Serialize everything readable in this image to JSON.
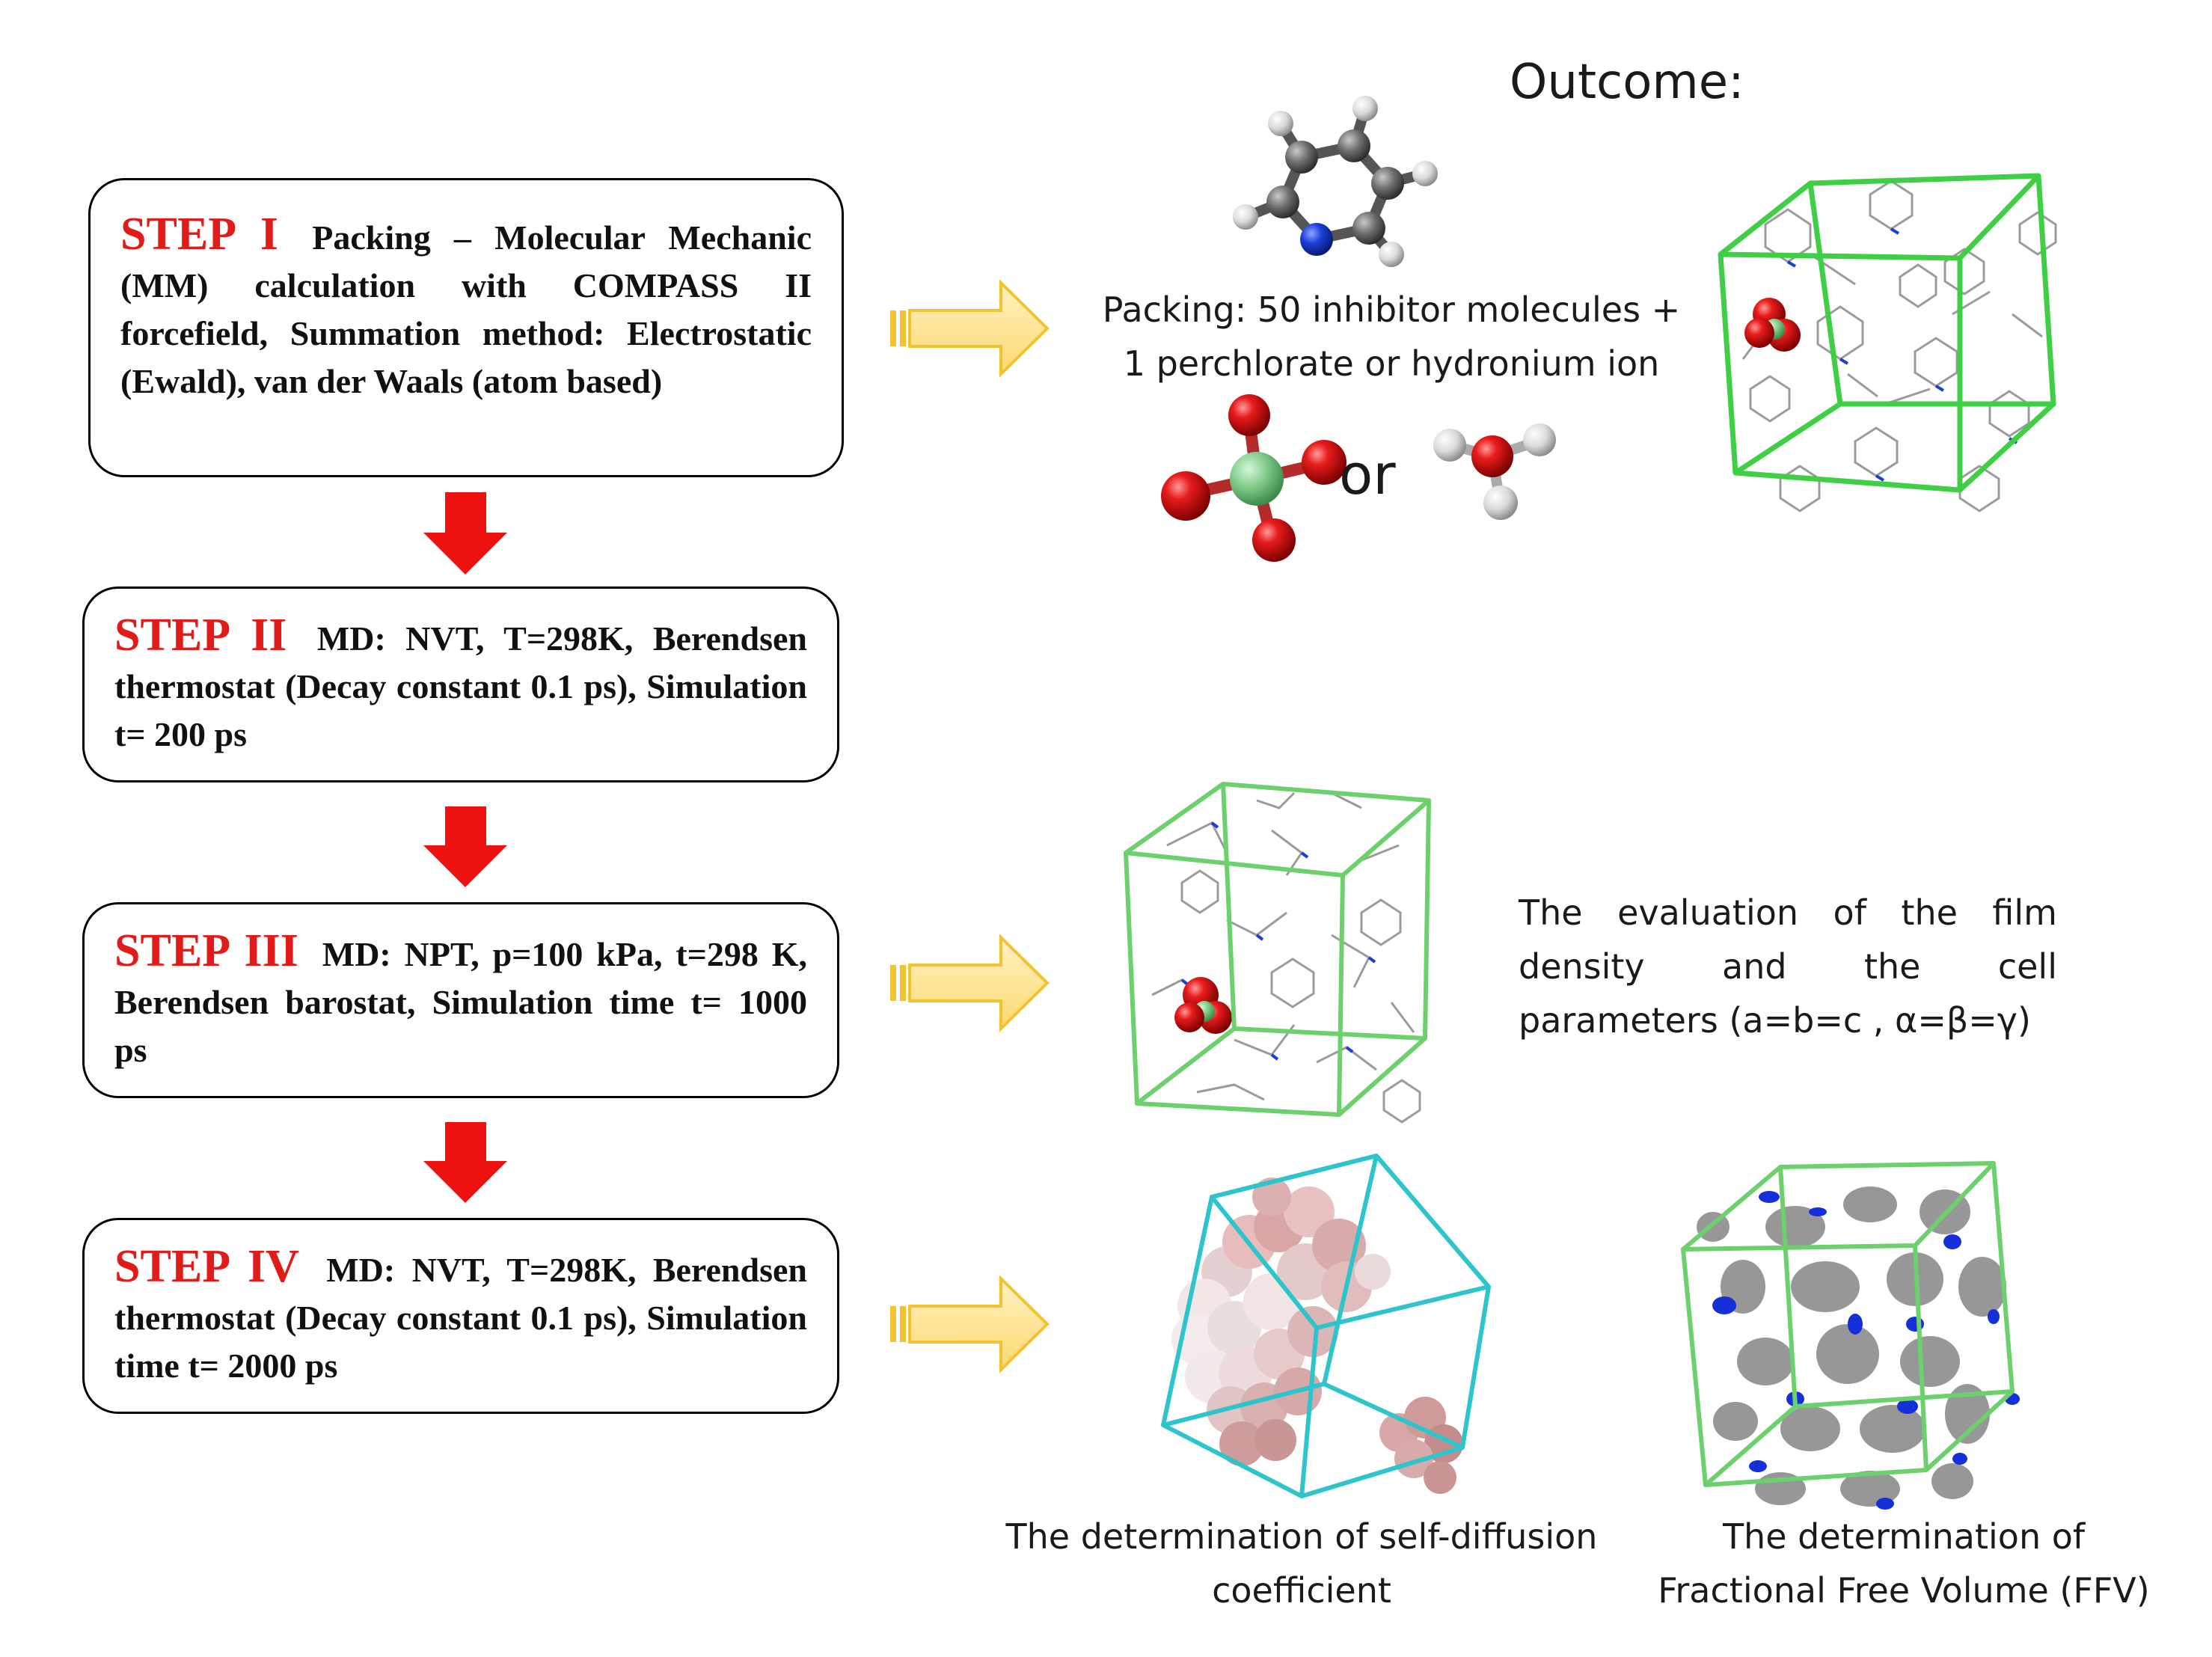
{
  "outcome_title": "Outcome:",
  "steps": [
    {
      "label": "STEP I",
      "text": "Packing – Molecular Mechanic (MM) calculation with COMPASS II forcefield, Summation method: Electrostatic (Ewald), van der Waals (atom based)"
    },
    {
      "label": "STEP II",
      "text": "MD: NVT, T=298K, Berendsen thermostat (Decay constant 0.1 ps), Simulation t= 200 ps"
    },
    {
      "label": "STEP III",
      "text": "MD: NPT, p=100 kPa, t=298 K, Berendsen barostat, Simulation time t= 1000 ps"
    },
    {
      "label": "STEP IV",
      "text": "MD: NVT, T=298K, Berendsen thermostat (Decay constant 0.1 ps), Simulation time t= 2000 ps"
    }
  ],
  "outcomes": {
    "packing_line1": "Packing: 50 inhibitor molecules +",
    "packing_line2": "1 perchlorate or hydronium ion",
    "or_word": "or",
    "film_line1": "The evaluation of the film",
    "film_line2": "density and the cell",
    "film_line3": "parameters (a=b=c , α=β=γ)",
    "diffusion_line1": "The determination of self-diffusion",
    "diffusion_line2": "coefficient",
    "ffv_line1": "The determination of",
    "ffv_line2": "Fractional Free Volume (FFV)"
  },
  "colors": {
    "step_label": "#e11a1a",
    "down_arrow": "#ee1111",
    "block_arrow_fill": "#fde49a",
    "block_arrow_stroke": "#f2c230",
    "box_green": "#4cc94c",
    "box_cyan": "#33c4cc",
    "oxygen": "#dd1111",
    "chlorine": "#7fcc8a",
    "nitrogen": "#1a3ed8",
    "carbon": "#7a7a7a",
    "hydrogen": "#e8e8e8",
    "ffv_blue": "#1530d8"
  }
}
